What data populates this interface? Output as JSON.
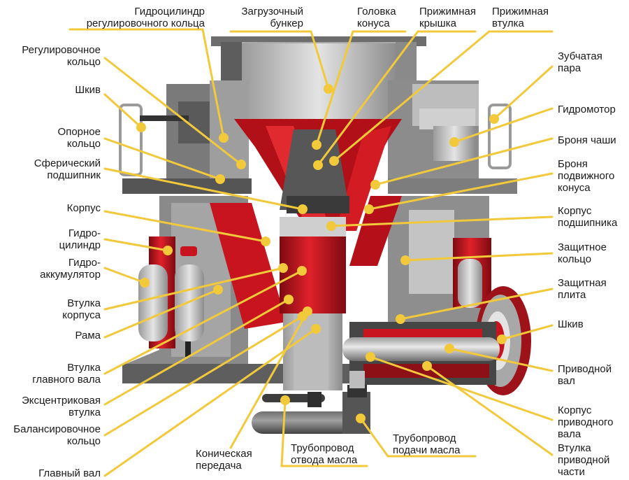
{
  "title": "Конусная дробилка — устройство",
  "colors": {
    "leader": "#f1c93b",
    "red": "#c8141e",
    "dark_red": "#8e0d14",
    "steel_dark": "#5a5a5a",
    "steel_mid": "#8a8a8a",
    "steel_light": "#c9c9c9",
    "text": "#1a1a1a"
  },
  "labels": {
    "top": [
      {
        "id": "gidrocilindr-regul-kolca",
        "text": "Гидроцилиндр\nрегулировочного кольца"
      },
      {
        "id": "zagruzochnyj-bunker",
        "text": "Загрузочный\nбункер"
      },
      {
        "id": "golovka-konusa",
        "text": "Головка\nконуса"
      },
      {
        "id": "prizhimnaya-kryshka",
        "text": "Прижимная\nкрышка"
      },
      {
        "id": "prizhimnaya-vtulka",
        "text": "Прижимная\nвтулка"
      }
    ],
    "left": [
      {
        "id": "regulirovochnoe-kolco",
        "text": "Регулировочное\nкольцо"
      },
      {
        "id": "shkiv-left",
        "text": "Шкив"
      },
      {
        "id": "opornoe-kolco",
        "text": "Опорное\nкольцо"
      },
      {
        "id": "sfericheskij-podshipnik",
        "text": "Сферический\nподшипник"
      },
      {
        "id": "korpus",
        "text": "Корпус"
      },
      {
        "id": "gidrocilindr",
        "text": "Гидро-\nцилиндр"
      },
      {
        "id": "gidroakkumulyator",
        "text": "Гидро-\nаккумулятор"
      },
      {
        "id": "vtulka-korpusa",
        "text": "Втулка\nкорпуса"
      },
      {
        "id": "rama",
        "text": "Рама"
      },
      {
        "id": "vtulka-glavnogo-vala",
        "text": "Втулка\nглавного вала"
      },
      {
        "id": "ekscentrikovaya-vtulka",
        "text": "Эксцентриковая\nвтулка"
      },
      {
        "id": "balansirovochnoe-kolco",
        "text": "Балансировочное\nкольцо"
      },
      {
        "id": "glavnyj-val",
        "text": "Главный вал"
      }
    ],
    "right": [
      {
        "id": "zubchataya-para",
        "text": "Зубчатая\nпара"
      },
      {
        "id": "gidromotor",
        "text": "Гидромотор"
      },
      {
        "id": "bronya-chashi",
        "text": "Броня чаши"
      },
      {
        "id": "bronya-podvizhnogo-konusa",
        "text": "Броня\nподвижного\nконуса"
      },
      {
        "id": "korpus-podshipnika",
        "text": "Корпус\nподшипника"
      },
      {
        "id": "zashchitnoe-kolco",
        "text": "Защитное\nкольцо"
      },
      {
        "id": "zashchitnaya-plita",
        "text": "Защитная\nплита"
      },
      {
        "id": "shkiv-right",
        "text": "Шкив"
      },
      {
        "id": "privodnoj-val",
        "text": "Приводной\nвал"
      },
      {
        "id": "korpus-privodnogo-vala",
        "text": "Корпус\nприводного\nвала"
      },
      {
        "id": "vtulka-privodnoj-chasti",
        "text": "Втулка\nприводной\nчасти"
      }
    ],
    "bottom": [
      {
        "id": "konicheskaya-peredacha",
        "text": "Коническая\nпередача"
      },
      {
        "id": "truboprovod-otvoda-masla",
        "text": "Трубопровод\nотвода масла"
      },
      {
        "id": "truboprovod-podachi-masla",
        "text": "Трубопровод\nподачи масла"
      }
    ]
  }
}
